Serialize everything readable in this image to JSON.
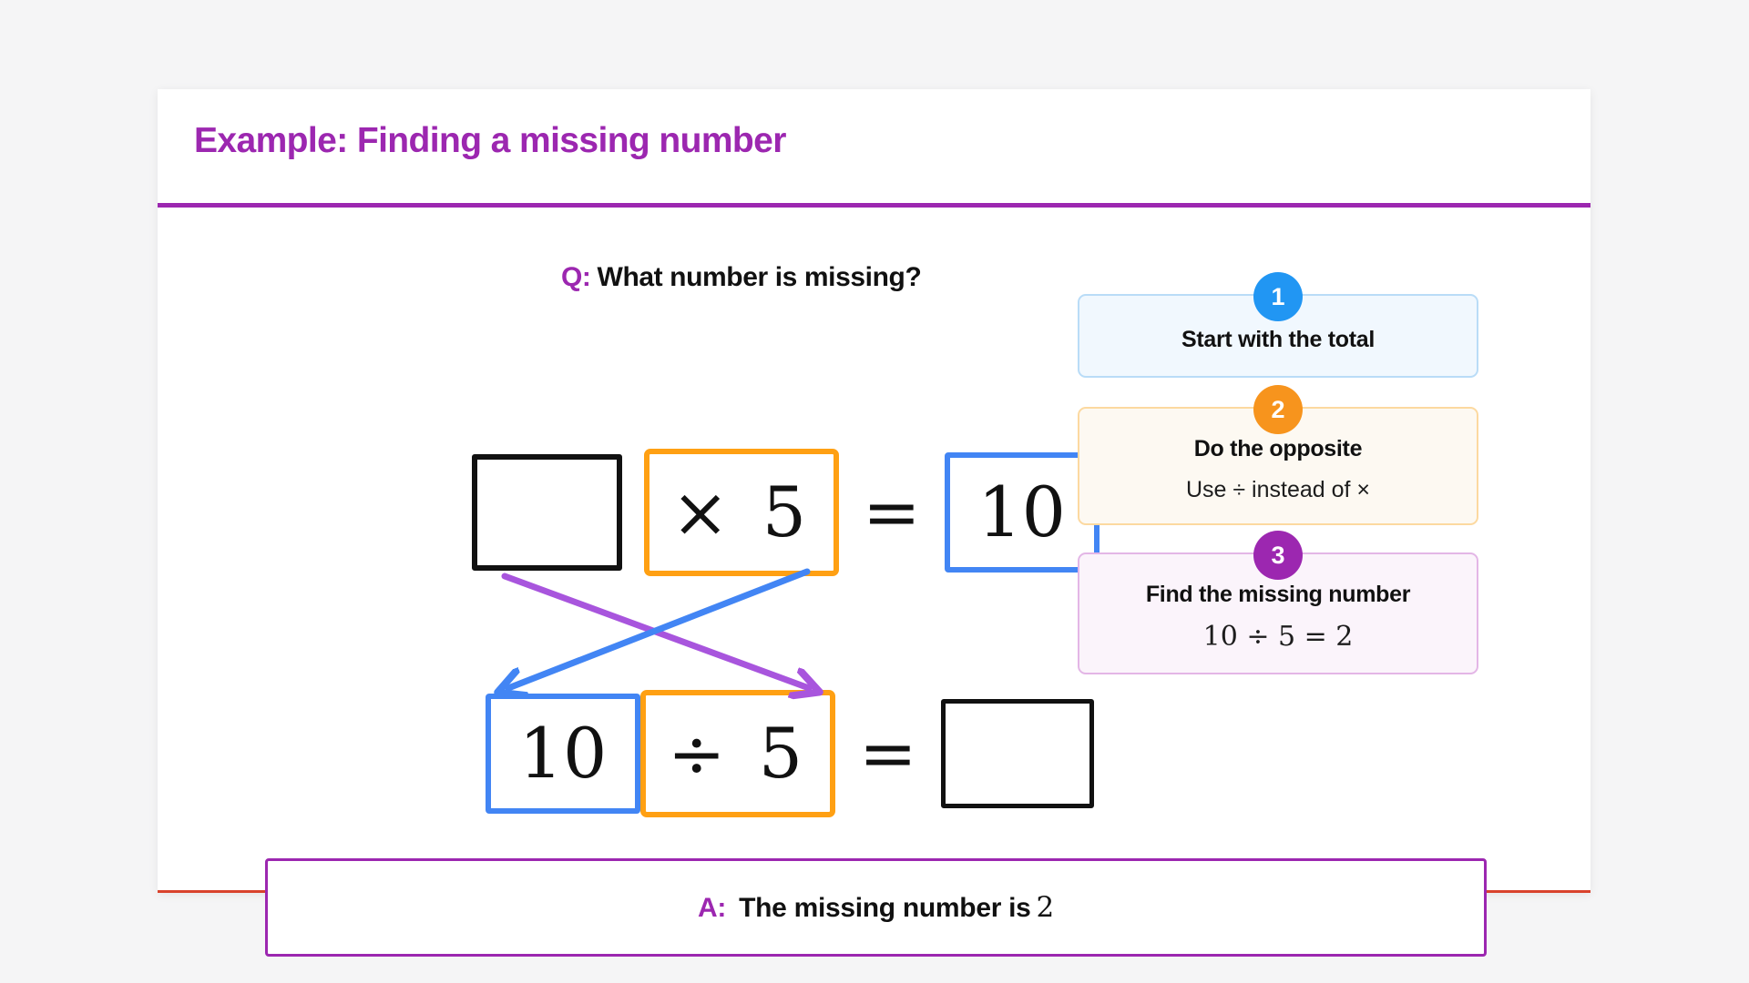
{
  "slide": {
    "title": "Example: Finding a missing number",
    "accent_color": "#9c27b0",
    "bottom_rule_color": "#d9422c"
  },
  "question": {
    "prefix": "Q:",
    "text": "What number is missing?"
  },
  "equation_rows": [
    {
      "name": "original-equation",
      "cells": [
        {
          "kind": "blank-box",
          "value": "",
          "border_color": "#111111"
        },
        {
          "kind": "operator-box",
          "value": "× 5",
          "border_color": "#FFA013"
        },
        {
          "kind": "equals",
          "value": "="
        },
        {
          "kind": "value-box",
          "value": "10",
          "border_color": "#4285F4"
        }
      ]
    },
    {
      "name": "rearranged-equation",
      "cells": [
        {
          "kind": "value-box",
          "value": "10",
          "border_color": "#4285F4"
        },
        {
          "kind": "operator-box",
          "value": "÷ 5",
          "border_color": "#FFA013"
        },
        {
          "kind": "equals",
          "value": "="
        },
        {
          "kind": "blank-box",
          "value": "",
          "border_color": "#111111"
        }
      ]
    }
  ],
  "arrows": [
    {
      "name": "multiply-to-divide-arrow",
      "color": "#a855dd"
    },
    {
      "name": "total-moves-front-arrow",
      "color": "#4285F4"
    }
  ],
  "steps": [
    {
      "number": "1",
      "title": "Start with the total",
      "subtitle": "",
      "badge_color": "#2196F3",
      "card_bg": "#f1f8fe",
      "card_border": "#b9dcf7"
    },
    {
      "number": "2",
      "title": "Do the opposite",
      "subtitle": "Use ÷ instead of ×",
      "badge_color": "#F7941D",
      "card_bg": "#fdf9f2",
      "card_border": "#fcd9a0"
    },
    {
      "number": "3",
      "title": "Find the missing number",
      "subtitle": "10 ÷ 5 = 2",
      "badge_color": "#9c27b0",
      "card_bg": "#fbf4fb",
      "card_border": "#e3b6e6"
    }
  ],
  "answer": {
    "prefix": "A:",
    "text": "The missing number is",
    "value": "2"
  }
}
